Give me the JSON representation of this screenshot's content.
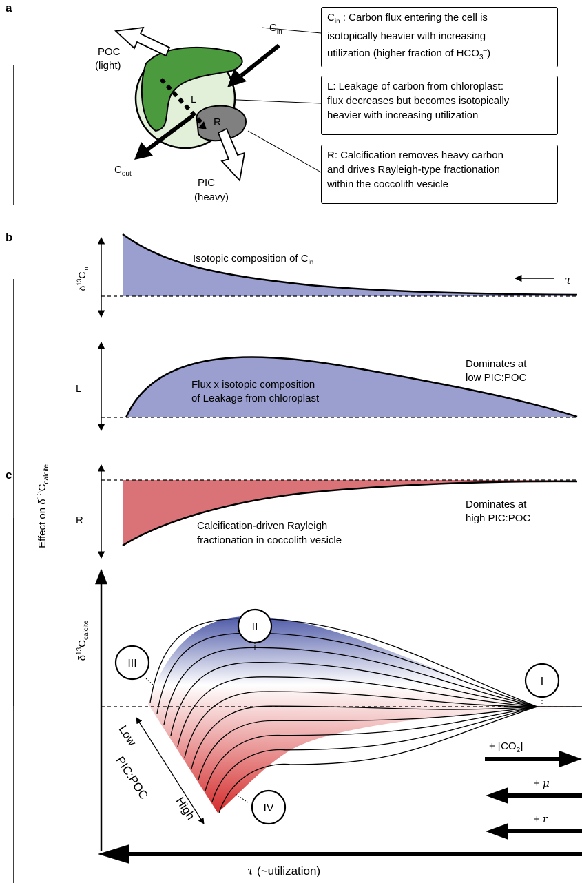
{
  "panels": {
    "a": "a",
    "b": "b",
    "c": "c"
  },
  "panel_a": {
    "cell_labels": {
      "poc_title": "POC",
      "poc_sub": "(light)",
      "pic_title": "PIC",
      "pic_sub": "(heavy)",
      "c_in": "C",
      "c_in_sub": "in",
      "c_out": "C",
      "c_out_sub": "out",
      "l": "L",
      "r": "R"
    },
    "box_cin": {
      "lead": "C",
      "lead_sub": "in",
      "line1_rest": " : Carbon flux entering the cell is",
      "line2": "isotopically heavier with increasing",
      "line3_pre": "utilization (higher fraction of HCO",
      "line3_sub": "3",
      "line3_sup": "–",
      "line3_post": ")"
    },
    "box_l": {
      "line1": "L: Leakage of carbon from chloroplast:",
      "line2": "flux decreases but becomes isotopically",
      "line3": "heavier with increasing utilization"
    },
    "box_r": {
      "line1": "R: Calcification removes heavy carbon",
      "line2": "and drives Rayleigh-type fractionation",
      "line3": "within the coccolith vesicle"
    }
  },
  "panel_b": {
    "y_axis_label": "Effect on δ",
    "y_axis_sup": "13",
    "y_axis_rest": "C",
    "y_axis_sub": "calcite",
    "cin": {
      "axis_pre": "δ",
      "axis_sup": "13",
      "axis_c": "C",
      "axis_sub": "in",
      "label": "Isotopic composition of C",
      "label_sub": "in",
      "tau": "τ"
    },
    "leak": {
      "axis": "L",
      "label_line1": "Flux x  isotopic composition",
      "label_line2": "of Leakage from chloroplast",
      "dominates_line1": "Dominates at",
      "dominates_line2": "low PIC:POC"
    },
    "rayleigh": {
      "axis": "R",
      "label_line1": "Calcification-driven Rayleigh",
      "label_line2": "fractionation in coccolith vesicle",
      "dominates_line1": "Dominates at",
      "dominates_line2": "high PIC:POC"
    },
    "colors": {
      "blue_fill": "#9b9fd0",
      "red_fill": "#d97378"
    }
  },
  "panel_c": {
    "y_axis_pre": "δ",
    "y_axis_sup": "13",
    "y_axis_c": "C",
    "y_axis_sub": "calcite",
    "x_axis_tau": "τ",
    "x_axis_rest": " (~utilization)",
    "regimes": [
      "I",
      "II",
      "III",
      "IV"
    ],
    "pic_poc_low": "Low",
    "pic_poc_mid": "PIC:POC",
    "pic_poc_high": "High",
    "arrows": {
      "co2_pre": "+ [CO",
      "co2_sub": "2",
      "co2_post": "]",
      "mu_pre": "+ ",
      "mu": "μ",
      "r_pre": "+ ",
      "r": "r"
    },
    "colors": {
      "blue": "#4a56a6",
      "red": "#d42a2a"
    }
  }
}
